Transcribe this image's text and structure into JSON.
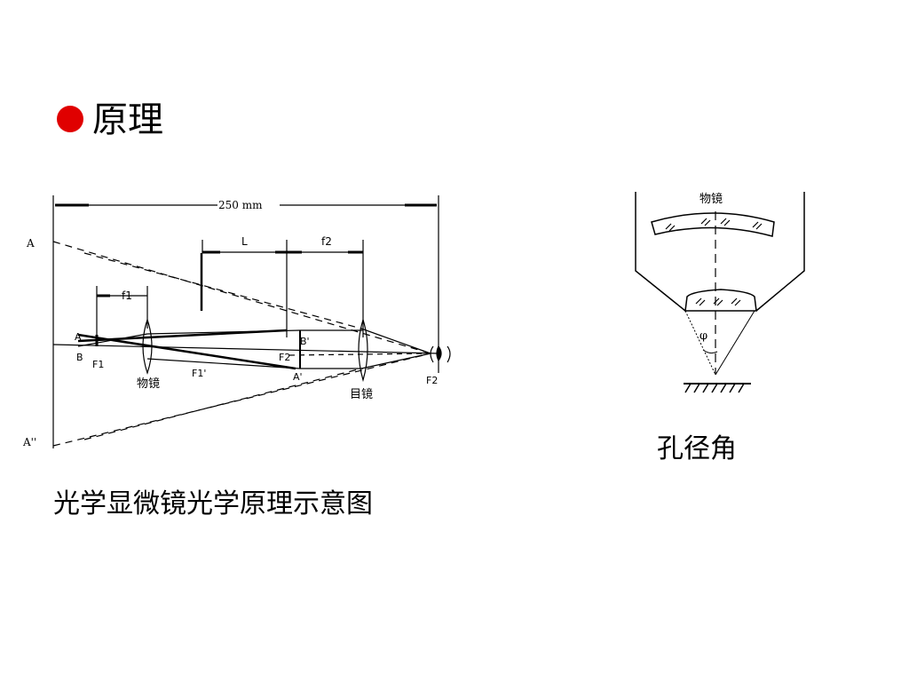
{
  "slide": {
    "heading": "原理",
    "bullet_color": "#e00000"
  },
  "microscope_diagram": {
    "caption": "光学显微镜光学原理示意图",
    "labels": {
      "distance": "250 mm",
      "L": "L",
      "f2": "f2",
      "f1": "f1",
      "A_top": "A",
      "A_double": "A''",
      "A_small": "A",
      "B_small": "B",
      "F1": "F1",
      "F1_prime": "F1'",
      "B_prime": "B'",
      "F2_inner": "F2",
      "A_prime": "A'",
      "F2_outer": "F2",
      "objective": "物镜",
      "eyepiece": "目镜"
    }
  },
  "aperture_diagram": {
    "caption": "孔径角",
    "labels": {
      "objective": "物镜",
      "angle": "φ"
    }
  }
}
